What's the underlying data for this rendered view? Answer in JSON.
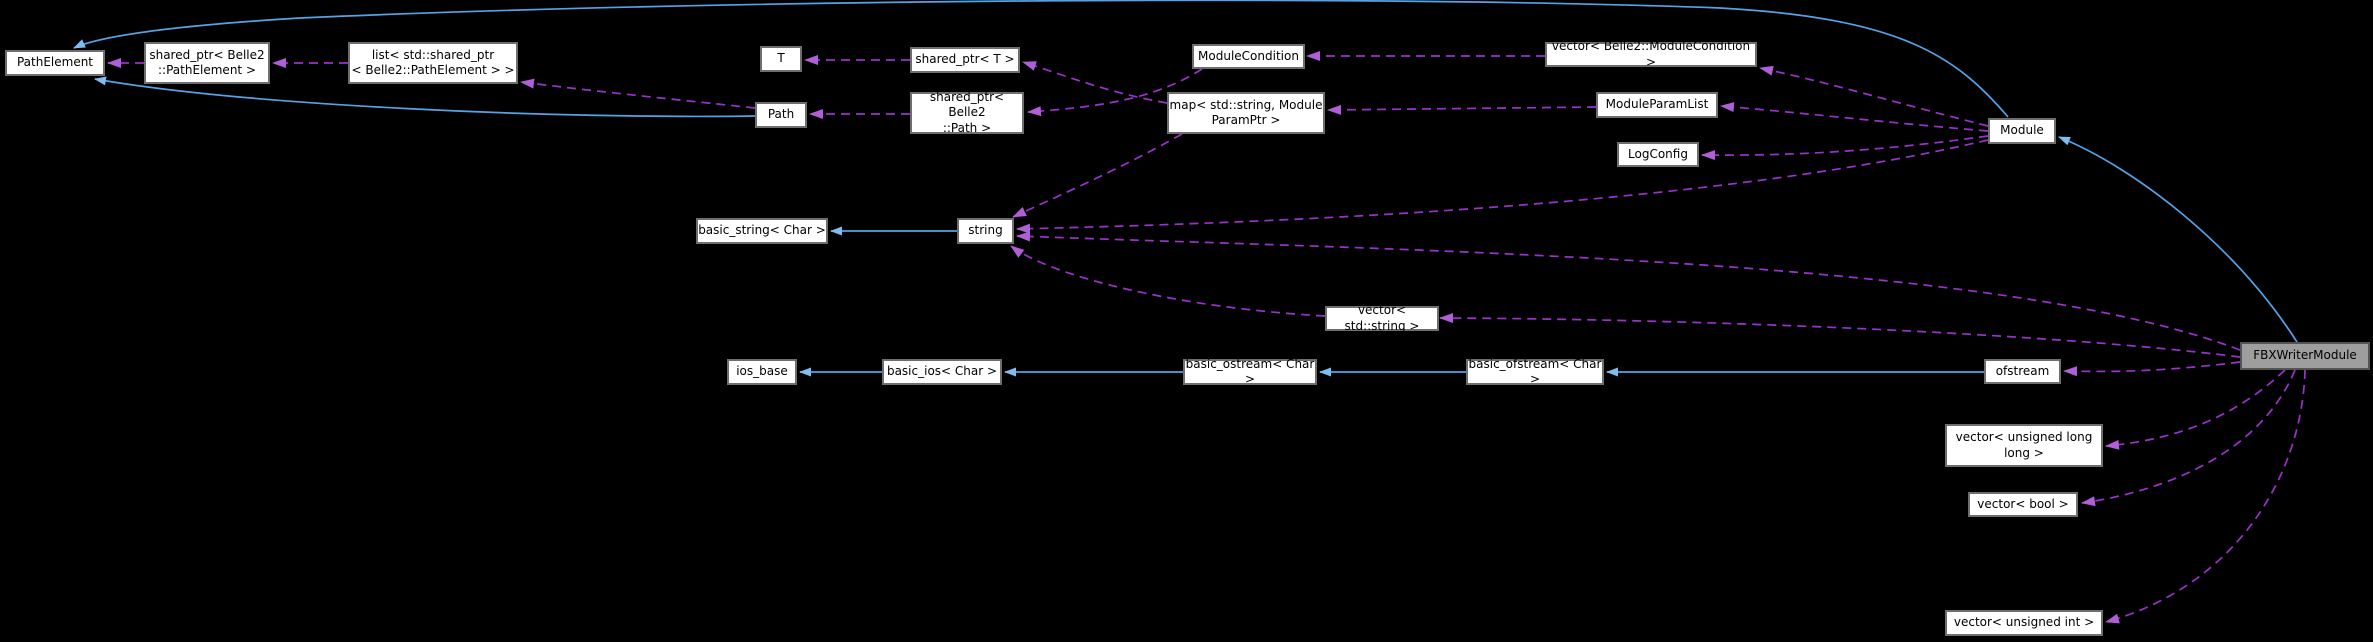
{
  "diagram": {
    "type": "collaboration-graph",
    "highlighted_node": "FBXWriterModule",
    "colors": {
      "background": "#000000",
      "inheritance": "#55a3e7",
      "inheritance_arrow": "#7fbcf2",
      "usage": "#9a33cc",
      "usage_arrow": "#b05fd8",
      "node_fill": "#ffffff",
      "node_border": "#6e6e6e",
      "highlight_fill": "#9e9e9e",
      "text": "#000000"
    },
    "nodes": {
      "pathelement": {
        "label": "PathElement"
      },
      "shared_ptr_pathelement": {
        "label": "shared_ptr< Belle2\n::PathElement >"
      },
      "list_shared_ptr": {
        "label": "list< std::shared_ptr\n< Belle2::PathElement > >"
      },
      "t": {
        "label": "T"
      },
      "shared_ptr_t": {
        "label": "shared_ptr< T >"
      },
      "path": {
        "label": "Path"
      },
      "shared_ptr_path": {
        "label": "shared_ptr< Belle2\n::Path >"
      },
      "modulecondition": {
        "label": "ModuleCondition"
      },
      "map_param": {
        "label": "map< std::string, Module\nParamPtr >"
      },
      "vector_modulecondition": {
        "label": "vector< Belle2::ModuleCondition >"
      },
      "moduleparamlist": {
        "label": "ModuleParamList"
      },
      "logconfig": {
        "label": "LogConfig"
      },
      "module": {
        "label": "Module"
      },
      "basic_string": {
        "label": "basic_string< Char >"
      },
      "string": {
        "label": "string"
      },
      "vector_string": {
        "label": "vector< std::string >"
      },
      "ios_base": {
        "label": "ios_base"
      },
      "basic_ios": {
        "label": "basic_ios< Char >"
      },
      "basic_ostream": {
        "label": "basic_ostream< Char >"
      },
      "basic_ofstream": {
        "label": "basic_ofstream< Char >"
      },
      "ofstream": {
        "label": "ofstream"
      },
      "fbxwritermodule": {
        "label": "FBXWriterModule"
      },
      "vector_ull": {
        "label": "vector< unsigned long\nlong >"
      },
      "vector_bool": {
        "label": "vector< bool >"
      },
      "vector_uint": {
        "label": "vector< unsigned int >"
      }
    },
    "edges": [
      {
        "from": "FBXWriterModule",
        "to": "Module",
        "kind": "inheritance"
      },
      {
        "from": "Module",
        "to": "PathElement",
        "kind": "inheritance"
      },
      {
        "from": "Path",
        "to": "PathElement",
        "kind": "inheritance"
      },
      {
        "from": "string",
        "to": "basic_string< Char >",
        "kind": "inheritance"
      },
      {
        "from": "basic_ios< Char >",
        "to": "ios_base",
        "kind": "inheritance"
      },
      {
        "from": "basic_ostream< Char >",
        "to": "basic_ios< Char >",
        "kind": "inheritance"
      },
      {
        "from": "basic_ofstream< Char >",
        "to": "basic_ostream< Char >",
        "kind": "inheritance"
      },
      {
        "from": "ofstream",
        "to": "basic_ofstream< Char >",
        "kind": "inheritance"
      },
      {
        "from": "shared_ptr< Belle2::PathElement >",
        "to": "PathElement",
        "kind": "usage"
      },
      {
        "from": "list< std::shared_ptr< Belle2::PathElement > >",
        "to": "shared_ptr< Belle2::PathElement >",
        "kind": "usage"
      },
      {
        "from": "Path",
        "to": "list< std::shared_ptr< Belle2::PathElement > >",
        "kind": "usage"
      },
      {
        "from": "shared_ptr< T >",
        "to": "T",
        "kind": "usage"
      },
      {
        "from": "shared_ptr< Belle2::Path >",
        "to": "Path",
        "kind": "usage"
      },
      {
        "from": "ModuleCondition",
        "to": "shared_ptr< Belle2::Path >",
        "kind": "usage"
      },
      {
        "from": "map< std::string, ModuleParamPtr >",
        "to": "shared_ptr< T >",
        "kind": "usage"
      },
      {
        "from": "vector< Belle2::ModuleCondition >",
        "to": "ModuleCondition",
        "kind": "usage"
      },
      {
        "from": "ModuleParamList",
        "to": "map< std::string, ModuleParamPtr >",
        "kind": "usage"
      },
      {
        "from": "Module",
        "to": "vector< Belle2::ModuleCondition >",
        "kind": "usage"
      },
      {
        "from": "Module",
        "to": "ModuleParamList",
        "kind": "usage"
      },
      {
        "from": "Module",
        "to": "LogConfig",
        "kind": "usage"
      },
      {
        "from": "Module",
        "to": "string",
        "kind": "usage"
      },
      {
        "from": "map< std::string, ModuleParamPtr >",
        "to": "string",
        "kind": "usage"
      },
      {
        "from": "FBXWriterModule",
        "to": "string",
        "kind": "usage"
      },
      {
        "from": "vector< std::string >",
        "to": "string",
        "kind": "usage"
      },
      {
        "from": "FBXWriterModule",
        "to": "vector< std::string >",
        "kind": "usage"
      },
      {
        "from": "FBXWriterModule",
        "to": "ofstream",
        "kind": "usage"
      },
      {
        "from": "FBXWriterModule",
        "to": "vector< unsigned long long >",
        "kind": "usage"
      },
      {
        "from": "FBXWriterModule",
        "to": "vector< bool >",
        "kind": "usage"
      },
      {
        "from": "FBXWriterModule",
        "to": "vector< unsigned int >",
        "kind": "usage"
      }
    ]
  }
}
